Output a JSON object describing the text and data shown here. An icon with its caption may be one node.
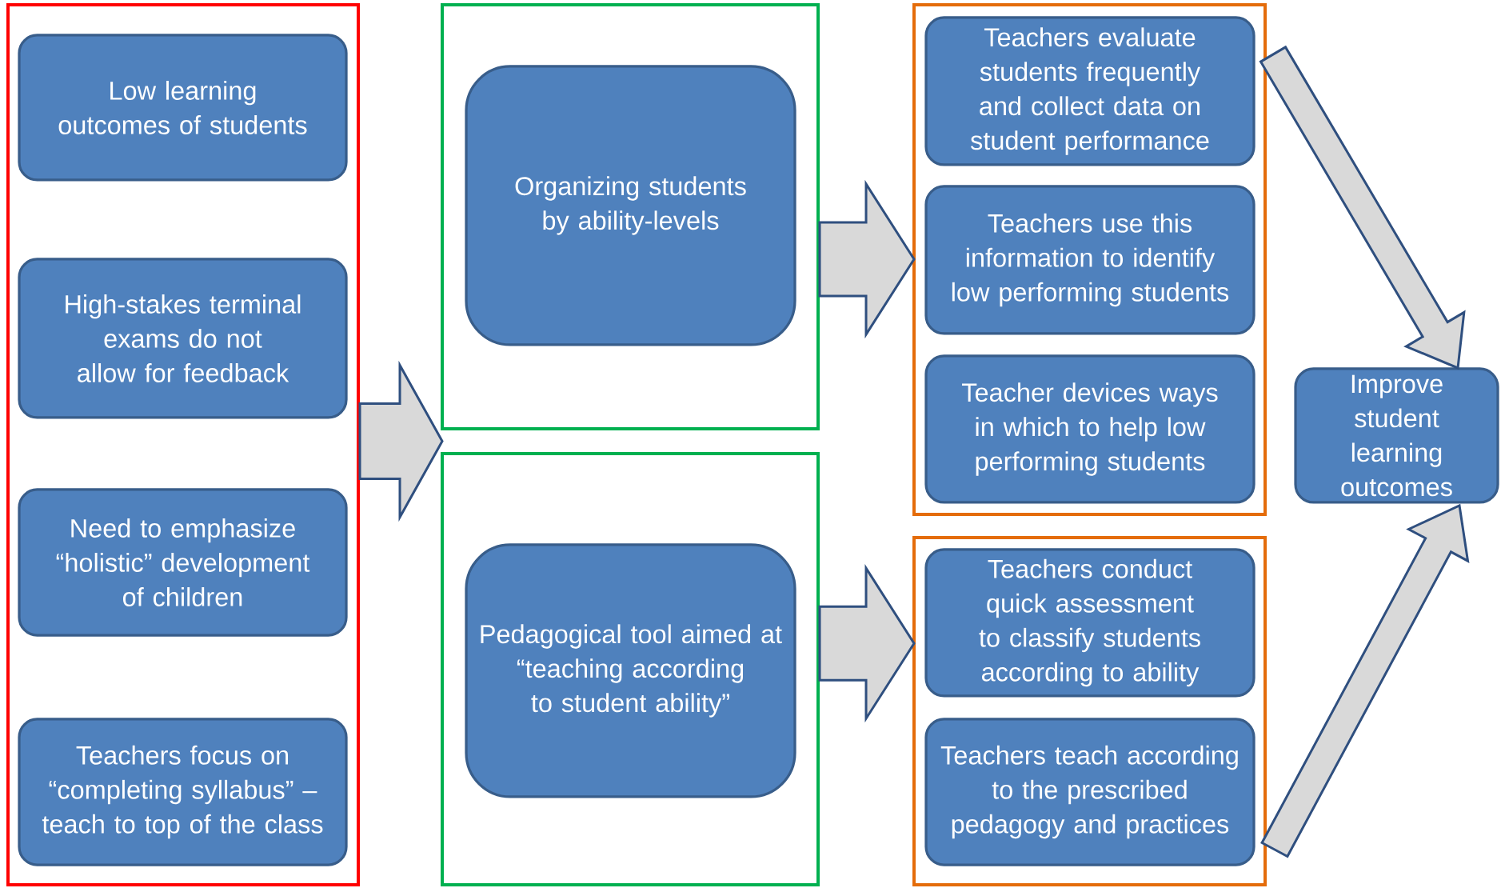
{
  "diagram": {
    "nodes": [
      {
        "text": [],
        "shape": "box"
      },
      {
        "text": [
          "Low learning outcomes of students"
        ],
        "in": 0
      },
      {
        "text": [
          "High-stakes terminal exams  do not allow for feedback"
        ],
        "in": 0
      },
      {
        "text": [
          "Need to  emphasize “holistic” development of children"
        ],
        "in": 0
      },
      {
        "text": [
          "Teachers focus on “completing syllabus” – teach to top of the class"
        ],
        "in": 0
      },
      {
        "text": [],
        "shape": "box"
      },
      {
        "text": [
          "Organizing students by ability-levels"
        ],
        "in": 5
      },
      {
        "text": [],
        "shape": "box"
      },
      {
        "text": [
          "Pedagogical tool aimed at “teaching according to student ability”"
        ],
        "in": 7
      },
      {
        "text": [],
        "shape": "box"
      },
      {
        "text": [
          "Teachers evaluate students frequently and collect data on student performance"
        ],
        "in": 9
      },
      {
        "text": [
          "Teachers use this information to identify low performing students"
        ],
        "in": 9
      },
      {
        "text": [
          "Teacher devices ways in which to  help low performing students"
        ],
        "in": 9
      },
      {
        "text": [],
        "shape": "box"
      },
      {
        "text": [
          "Teachers conduct quick assessment to classify students according to ability"
        ],
        "in": 13
      },
      {
        "text": [
          "Teachers teach according to the prescribed pedagogy and practices"
        ],
        "in": 13
      },
      {
        "text": [
          "Improve student learning outcomes"
        ]
      }
    ],
    "edges": [
      {
        "from": 0,
        "to": 5,
        "arrow": "to"
      },
      {
        "from": 0,
        "to": 7,
        "arrow": "to"
      },
      {
        "from": 5,
        "to": 9,
        "arrow": "to"
      },
      {
        "from": 7,
        "to": 13,
        "arrow": "to"
      },
      {
        "from": 9,
        "to": 16,
        "arrow": "to"
      },
      {
        "from": 13,
        "to": 16,
        "arrow": "to"
      }
    ]
  }
}
